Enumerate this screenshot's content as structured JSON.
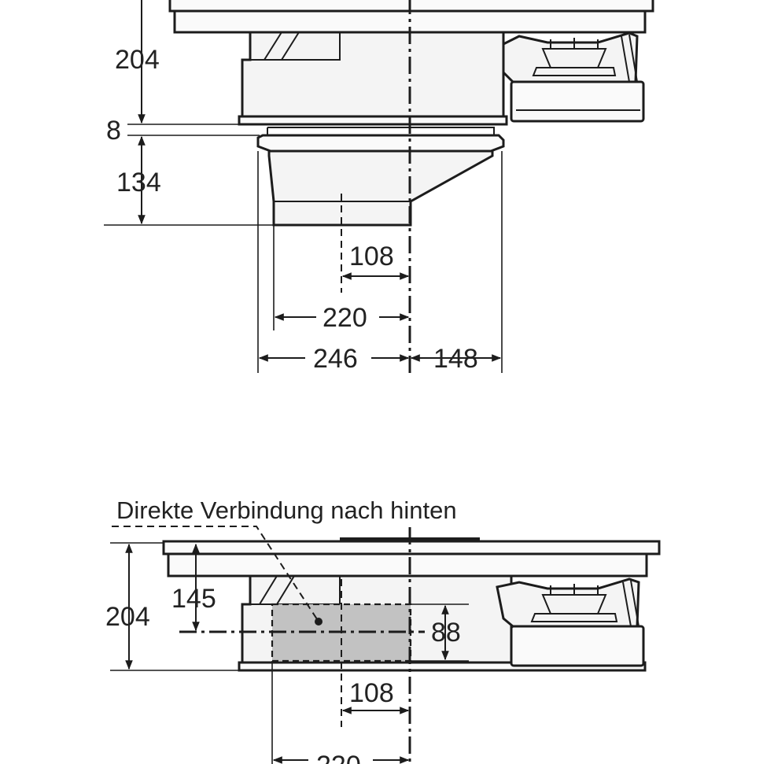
{
  "top_view": {
    "dims": {
      "height_upper": "204",
      "gap": "8",
      "height_lower": "134",
      "offset_small": "108",
      "offset_mid": "220",
      "width_left": "246",
      "width_right": "148"
    }
  },
  "bottom_view": {
    "label": "Direkte Verbindung nach hinten",
    "dims": {
      "height_total": "204",
      "height_axis": "145",
      "duct_height": "88",
      "offset_small": "108",
      "offset_mid": "220"
    }
  }
}
